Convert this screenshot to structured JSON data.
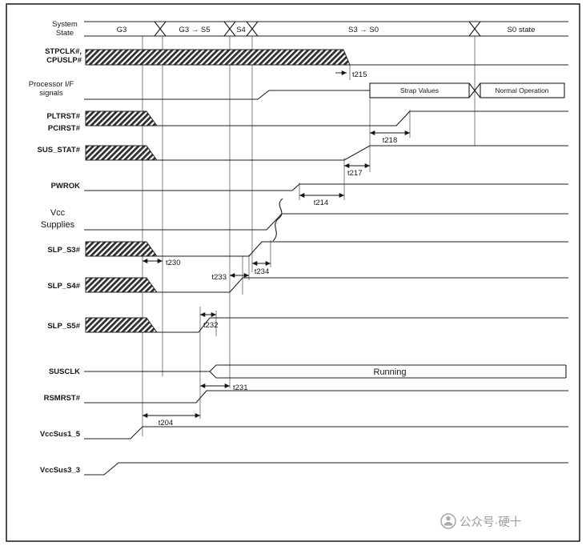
{
  "header": {
    "row_label_line1": "System",
    "row_label_line2": "State"
  },
  "states": {
    "g3": "G3",
    "g3_to_s5": "G3 → S5",
    "s4": "S4",
    "s3_to_s0": "S3 → S0",
    "s0": "S0 state"
  },
  "signals": {
    "stpclk_line1": "STPCLK#,",
    "stpclk_line2": "CPUSLP#",
    "procif_line1": "Processor I/F",
    "procif_line2": "signals",
    "pltrst": "PLTRST#",
    "pcirst": "PCIRST#",
    "sus_stat": "SUS_STAT#",
    "pwrok": "PWROK",
    "vcc_line1": "Vcc",
    "vcc_line2": "Supplies",
    "slp_s3": "SLP_S3#",
    "slp_s4": "SLP_S4#",
    "slp_s5": "SLP_S5#",
    "susclk": "SUSCLK",
    "rsmrst": "RSMRST#",
    "vccsus1_5": "VccSus1_5",
    "vccsus3_3": "VccSus3_3"
  },
  "annotations": {
    "strap_values": "Strap Values",
    "normal_operation": "Normal Operation",
    "running": "Running"
  },
  "timings": {
    "t204": "t204",
    "t214": "t214",
    "t215": "t215",
    "t217": "t217",
    "t218": "t218",
    "t230": "t230",
    "t231": "t231",
    "t232": "t232",
    "t233": "t233",
    "t234": "t234"
  },
  "watermark": {
    "text": "公众号·硬十"
  },
  "colors": {
    "waveform": "#1c1c1c",
    "guide": "#616161",
    "watermark": "#9e9e9e",
    "background": "#ffffff"
  }
}
